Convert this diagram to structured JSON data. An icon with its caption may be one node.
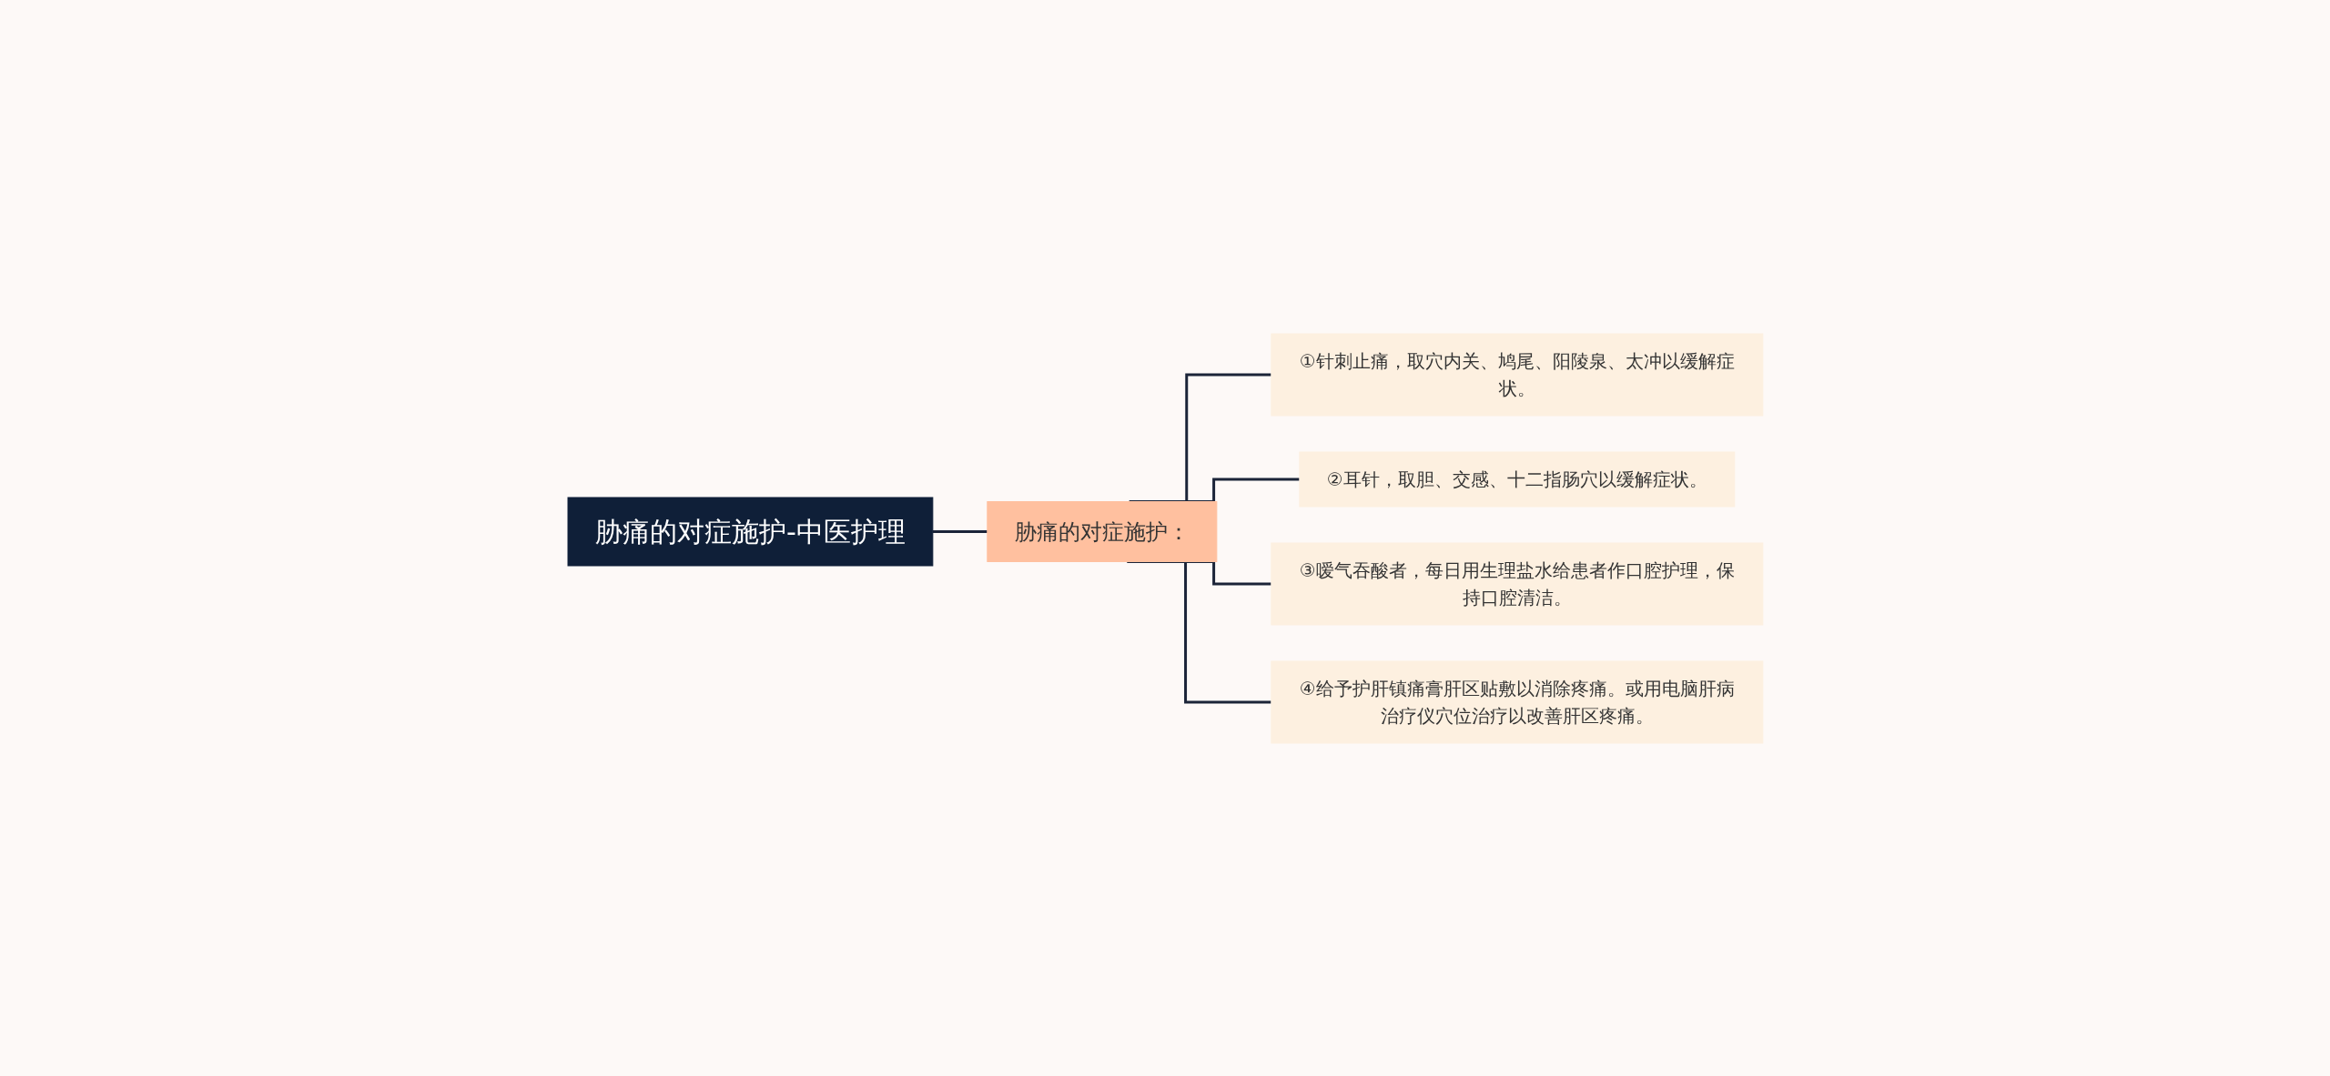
{
  "diagram": {
    "nodes": [
      {
        "text": [
          "胁痛的对症施护-中医护理"
        ]
      },
      {
        "text": [
          "胁痛的对症施护："
        ]
      },
      {
        "text": [
          "①针刺止痛，取穴内关、鸠尾、阳陵泉、太冲以缓解症状。"
        ]
      },
      {
        "text": [
          "②耳针，取胆、交感、十二指肠穴以缓解症状。"
        ]
      },
      {
        "text": [
          "③嗳气吞酸者，每日用生理盐水给患者作口腔护理，保持口腔清洁。"
        ]
      },
      {
        "text": [
          "④给予护肝镇痛膏肝区贴敷以消除疼痛。或用电脑肝病治疗仪穴位治疗以改善肝区疼痛。"
        ]
      }
    ],
    "edges": [
      {
        "from": 0,
        "to": 1,
        "arrow": "none"
      },
      {
        "from": 1,
        "to": 2,
        "arrow": "none"
      },
      {
        "from": 1,
        "to": 3,
        "arrow": "none"
      },
      {
        "from": 1,
        "to": 4,
        "arrow": "none"
      },
      {
        "from": 1,
        "to": 5,
        "arrow": "none"
      }
    ]
  }
}
